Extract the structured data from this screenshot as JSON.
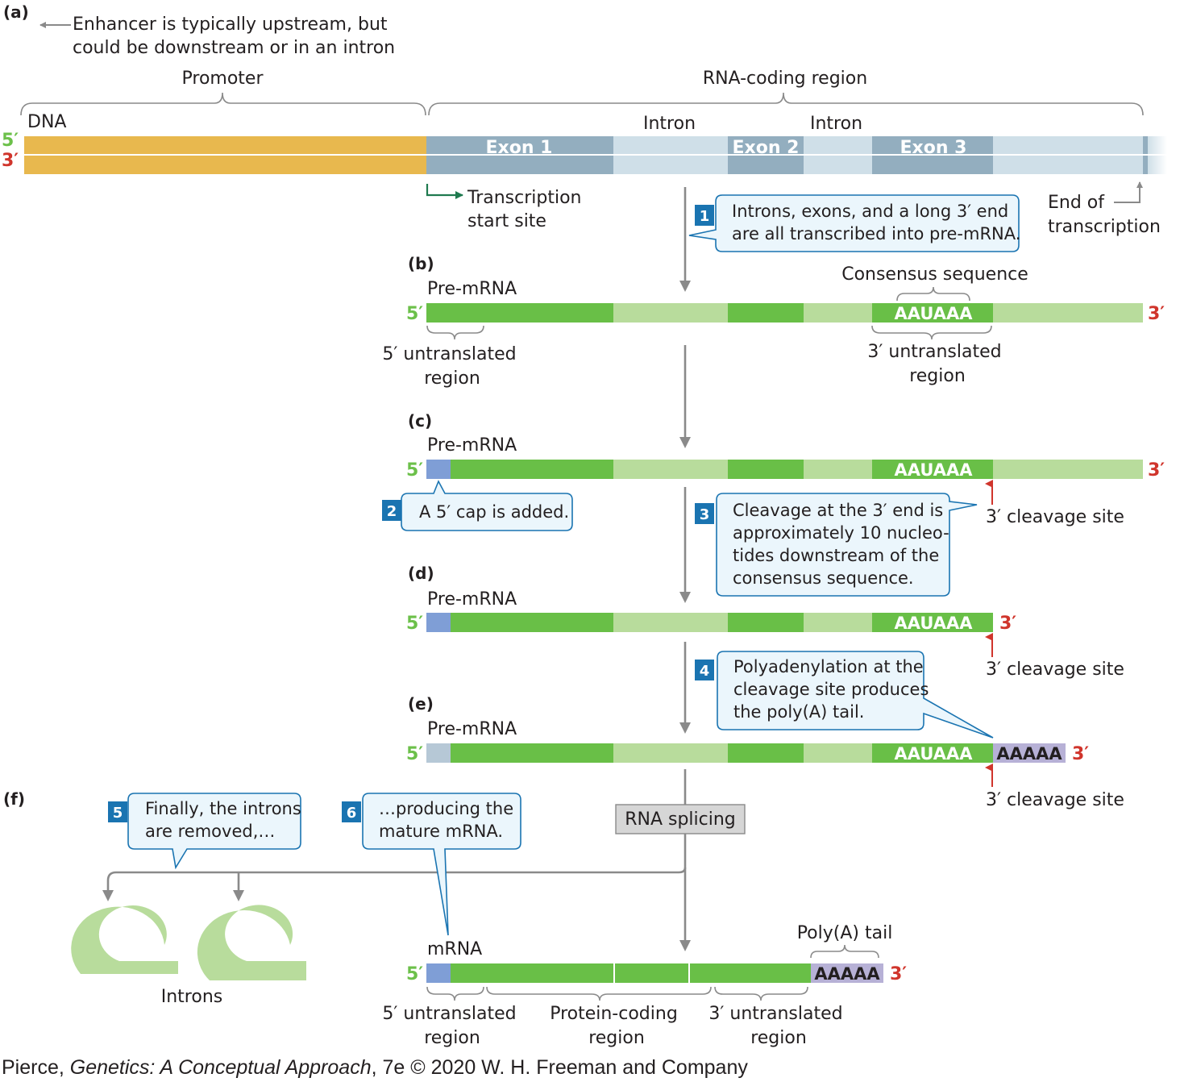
{
  "panels": {
    "a": "(a)",
    "b": "(b)",
    "c": "(c)",
    "d": "(d)",
    "e": "(e)",
    "f": "(f)"
  },
  "enhancer_note": [
    "Enhancer is typically upstream, but",
    "could be downstream or in an intron"
  ],
  "promoter_label": "Promoter",
  "rna_coding_label": "RNA-coding region",
  "dna_label": "DNA",
  "five_prime": "5′",
  "three_prime": "3′",
  "exons": {
    "exon1": "Exon 1",
    "exon2": "Exon 2",
    "exon3": "Exon 3"
  },
  "intron_label": "Intron",
  "tss_label": [
    "Transcription",
    "start site"
  ],
  "end_transcription": [
    "End of",
    "transcription"
  ],
  "pre_mrna": "Pre-mRNA",
  "mrna": "mRNA",
  "consensus_label": "Consensus sequence",
  "consensus_seq": "AAUAAA",
  "poly_a_seq": "AAAAA",
  "utr5_label": [
    "5′ untranslated",
    "region"
  ],
  "utr3_label": [
    "3′ untranslated",
    "region"
  ],
  "cleavage_site": "3′ cleavage site",
  "steps": {
    "s1": {
      "num": "1",
      "lines": [
        "Introns, exons, and a long 3′ end",
        "are all transcribed into pre-mRNA."
      ]
    },
    "s2": {
      "num": "2",
      "lines": [
        "A 5′ cap is added."
      ]
    },
    "s3": {
      "num": "3",
      "lines": [
        "Cleavage at the 3′ end is",
        "approximately 10 nucleo-",
        "tides downstream of the",
        "consensus sequence."
      ]
    },
    "s4": {
      "num": "4",
      "lines": [
        "Polyadenylation at the",
        "cleavage site produces",
        "the poly(A) tail."
      ]
    },
    "s5": {
      "num": "5",
      "lines": [
        "Finally, the introns",
        "are removed,…"
      ]
    },
    "s6": {
      "num": "6",
      "lines": [
        "…producing the",
        "mature mRNA."
      ]
    }
  },
  "rna_splicing": "RNA splicing",
  "introns_label": "Introns",
  "poly_a_tail_label": "Poly(A) tail",
  "protein_coding_label": [
    "Protein-coding",
    "region"
  ],
  "citation": {
    "pre": "Pierce, ",
    "title": "Genetics: A Conceptual Approach",
    "post": ", 7e © 2020 W. H. Freeman and Company"
  },
  "colors": {
    "promoter": "#e8b84e",
    "exon_dna": "#93aebf",
    "intron_dna": "#cfdfe8",
    "exon_rna": "#69bf47",
    "intron_rna": "#b8dc9c",
    "cap": "#7f9ed6",
    "poly_a": "#b7b1d6",
    "callout_fill": "#ebf6fc",
    "callout_border": "#1a74b1",
    "five_prime": "#6cc04a",
    "three_prime": "#d0352c"
  }
}
